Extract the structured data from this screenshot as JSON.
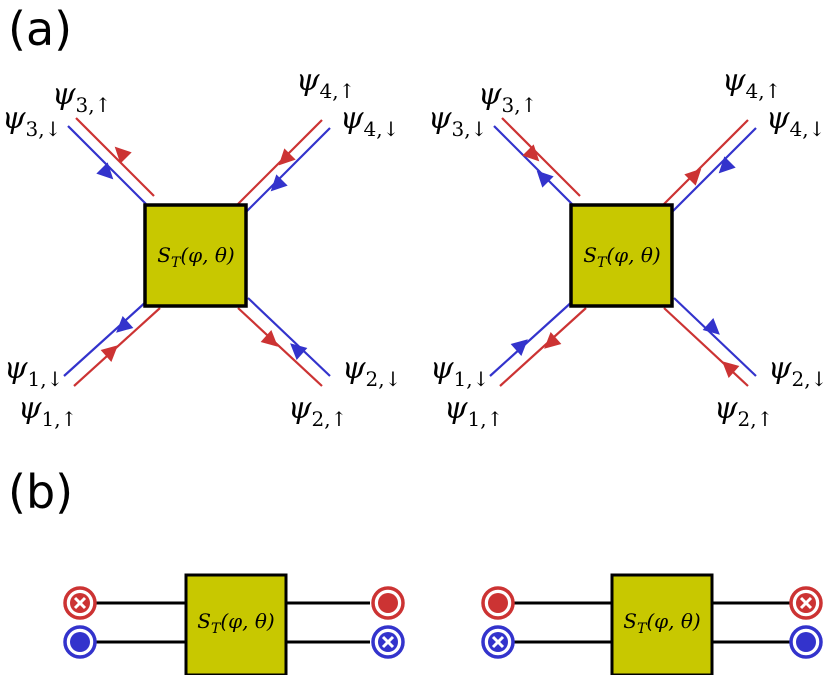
{
  "panels": {
    "a": "(a)",
    "b": "(b)"
  },
  "box_label": {
    "main": "S",
    "sub": "T",
    "args": "(φ, θ)"
  },
  "psi_labels": {
    "psi3_up": {
      "sym": "ψ",
      "sub": "3,↑"
    },
    "psi3_down": {
      "sym": "ψ",
      "sub": "3,↓"
    },
    "psi4_up": {
      "sym": "ψ",
      "sub": "4,↑"
    },
    "psi4_down": {
      "sym": "ψ",
      "sub": "4,↓"
    },
    "psi1_down": {
      "sym": "ψ",
      "sub": "1,↓"
    },
    "psi1_up": {
      "sym": "ψ",
      "sub": "1,↑"
    },
    "psi2_down": {
      "sym": "ψ",
      "sub": "2,↓"
    },
    "psi2_up": {
      "sym": "ψ",
      "sub": "2,↑"
    }
  },
  "colors": {
    "up_channel": "#cc3333",
    "down_channel": "#3333cc",
    "box_fill": "#c8c800",
    "box_stroke": "#000000",
    "line": "#000000"
  }
}
